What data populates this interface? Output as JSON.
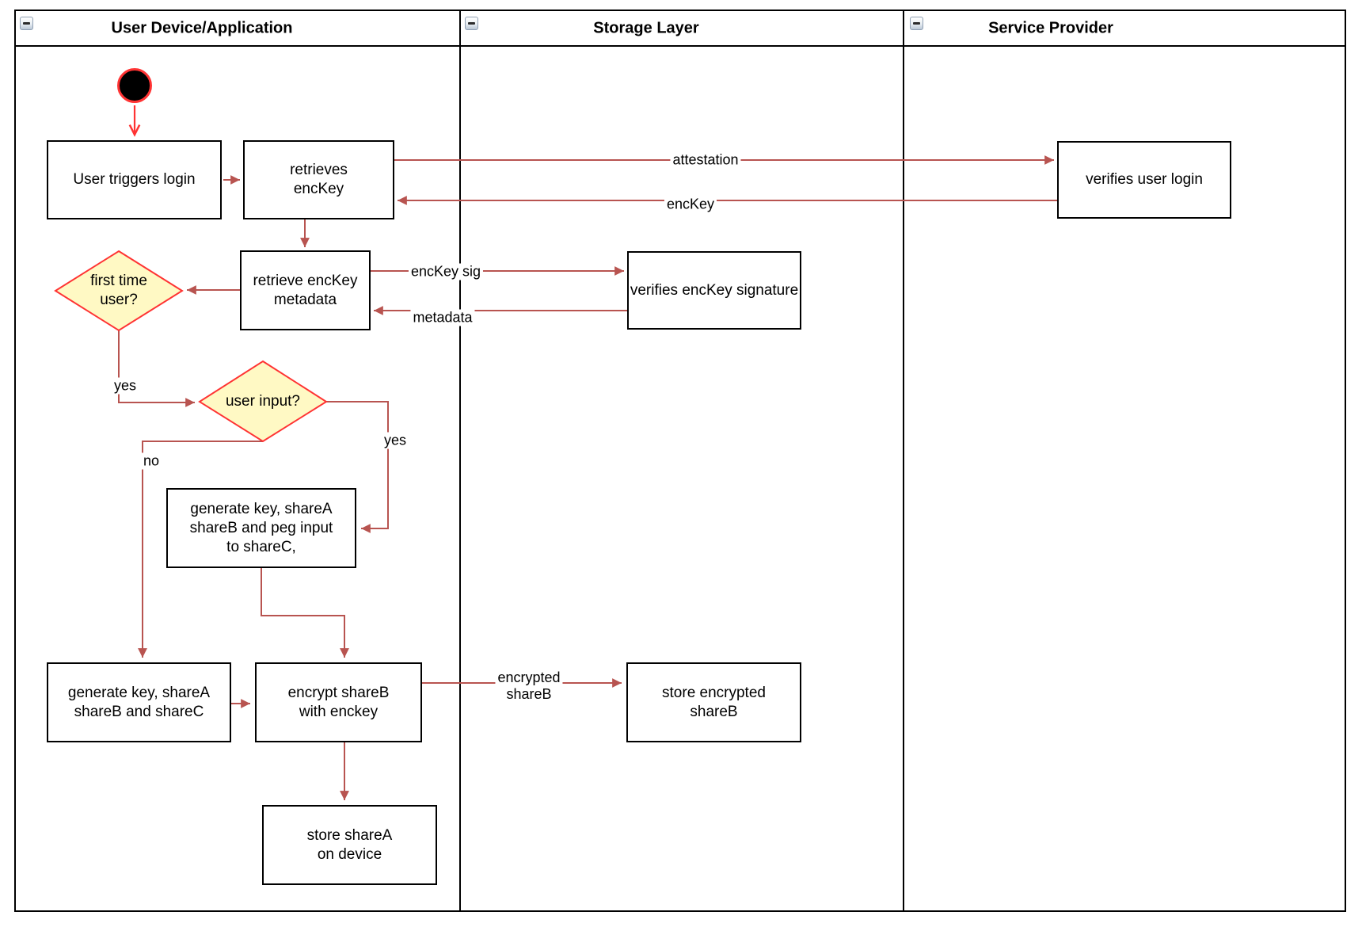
{
  "diagram": {
    "lanes": [
      {
        "title": "User Device/Application"
      },
      {
        "title": "Storage Layer"
      },
      {
        "title": "Service Provider"
      }
    ],
    "nodes": {
      "user_triggers_login": {
        "label": "User triggers login"
      },
      "retrieves_enckey": {
        "lines": [
          "retrieves",
          "encKey"
        ]
      },
      "retrieve_enckey_metadata": {
        "lines": [
          "retrieve encKey",
          "metadata"
        ]
      },
      "first_time_user": {
        "lines": [
          "first time",
          "user?"
        ]
      },
      "user_input": {
        "label": "user input?"
      },
      "generate_key_peg_input": {
        "lines": [
          "generate key, shareA",
          "shareB and peg input",
          "to shareC,"
        ]
      },
      "generate_key_sharec": {
        "lines": [
          "generate key, shareA",
          "shareB and shareC"
        ]
      },
      "encrypt_shareb": {
        "lines": [
          "encrypt shareB",
          "with enckey"
        ]
      },
      "store_sharea": {
        "lines": [
          "store shareA",
          "on device"
        ]
      },
      "store_encrypted_shareb": {
        "lines": [
          "store encrypted",
          "shareB"
        ]
      },
      "verifies_enckey_signature": {
        "label": "verifies encKey signature"
      },
      "verifies_user_login": {
        "label": "verifies user login"
      }
    },
    "edge_labels": {
      "attestation": "attestation",
      "enckey": "encKey",
      "enckey_sig": "encKey sig",
      "metadata": "metadata",
      "yes_first_time": "yes",
      "no_user_input": "no",
      "yes_user_input": "yes",
      "encrypted_shareb": {
        "lines": [
          "encrypted",
          "shareB"
        ]
      }
    },
    "colors": {
      "edge_arrow": "#B85450",
      "accent_red": "#FF3333",
      "decision_fill": "#FFF9C4",
      "node_border": "#000000",
      "lane_border": "#000000"
    }
  }
}
